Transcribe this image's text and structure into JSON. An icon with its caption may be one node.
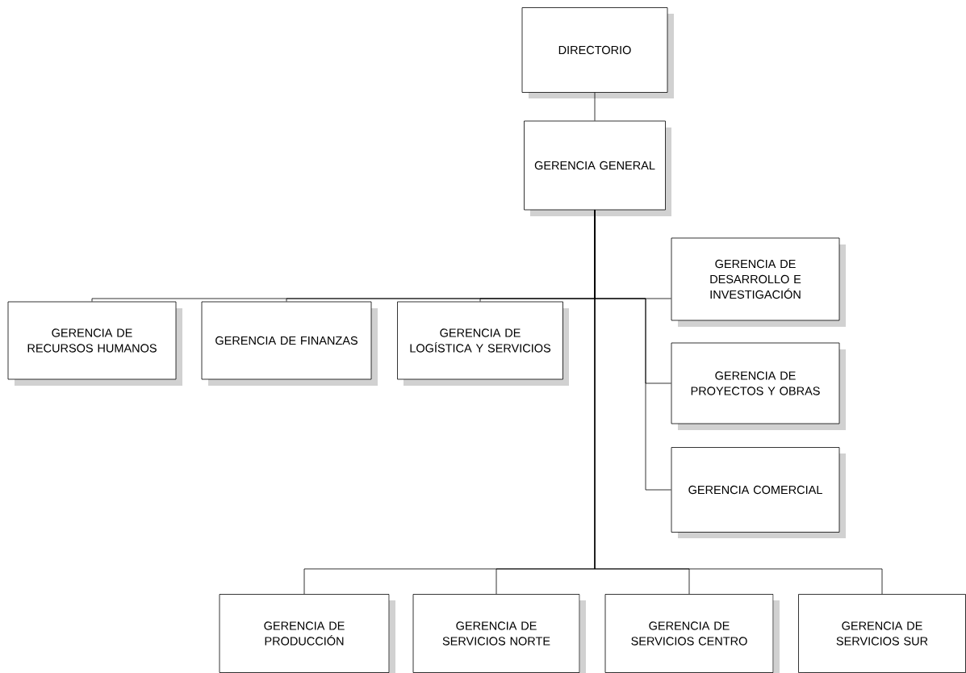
{
  "diagram": {
    "nodes": [
      {
        "text": [
          "DIRECTORIO"
        ]
      },
      {
        "text": [
          "GERENCIA GENERAL"
        ]
      },
      {
        "text": [
          "GERENCIA DE RECURSOS HUMANOS"
        ]
      },
      {
        "text": [
          "GERENCIA DE FINANZAS"
        ]
      },
      {
        "text": [
          "GERENCIA DE LOGÍSTICA Y SERVICIOS"
        ]
      },
      {
        "text": [
          "GERENCIA DE DESARROLLO E INVESTIGACIÓN"
        ]
      },
      {
        "text": [
          "GERENCIA DE PROYECTOS Y OBRAS"
        ]
      },
      {
        "text": [
          "GERENCIA COMERCIAL"
        ]
      },
      {
        "text": [
          "GERENCIA DE PRODUCCIÓN"
        ]
      },
      {
        "text": [
          "GERENCIA DE SERVICIOS NORTE"
        ]
      },
      {
        "text": [
          "GERENCIA DE SERVICIOS CENTRO"
        ]
      },
      {
        "text": [
          "GERENCIA DE SERVICIOS SUR"
        ]
      }
    ],
    "edges": [
      {
        "from": 0,
        "to": 1,
        "arrow": "none"
      },
      {
        "from": 1,
        "to": 2,
        "arrow": "none"
      },
      {
        "from": 1,
        "to": 3,
        "arrow": "none"
      },
      {
        "from": 1,
        "to": 4,
        "arrow": "none"
      },
      {
        "from": 1,
        "to": 5,
        "arrow": "none"
      },
      {
        "from": 1,
        "to": 6,
        "arrow": "none"
      },
      {
        "from": 1,
        "to": 7,
        "arrow": "none"
      },
      {
        "from": 1,
        "to": 8,
        "arrow": "none"
      },
      {
        "from": 1,
        "to": 9,
        "arrow": "none"
      },
      {
        "from": 1,
        "to": 10,
        "arrow": "none"
      },
      {
        "from": 1,
        "to": 11,
        "arrow": "none"
      }
    ]
  }
}
